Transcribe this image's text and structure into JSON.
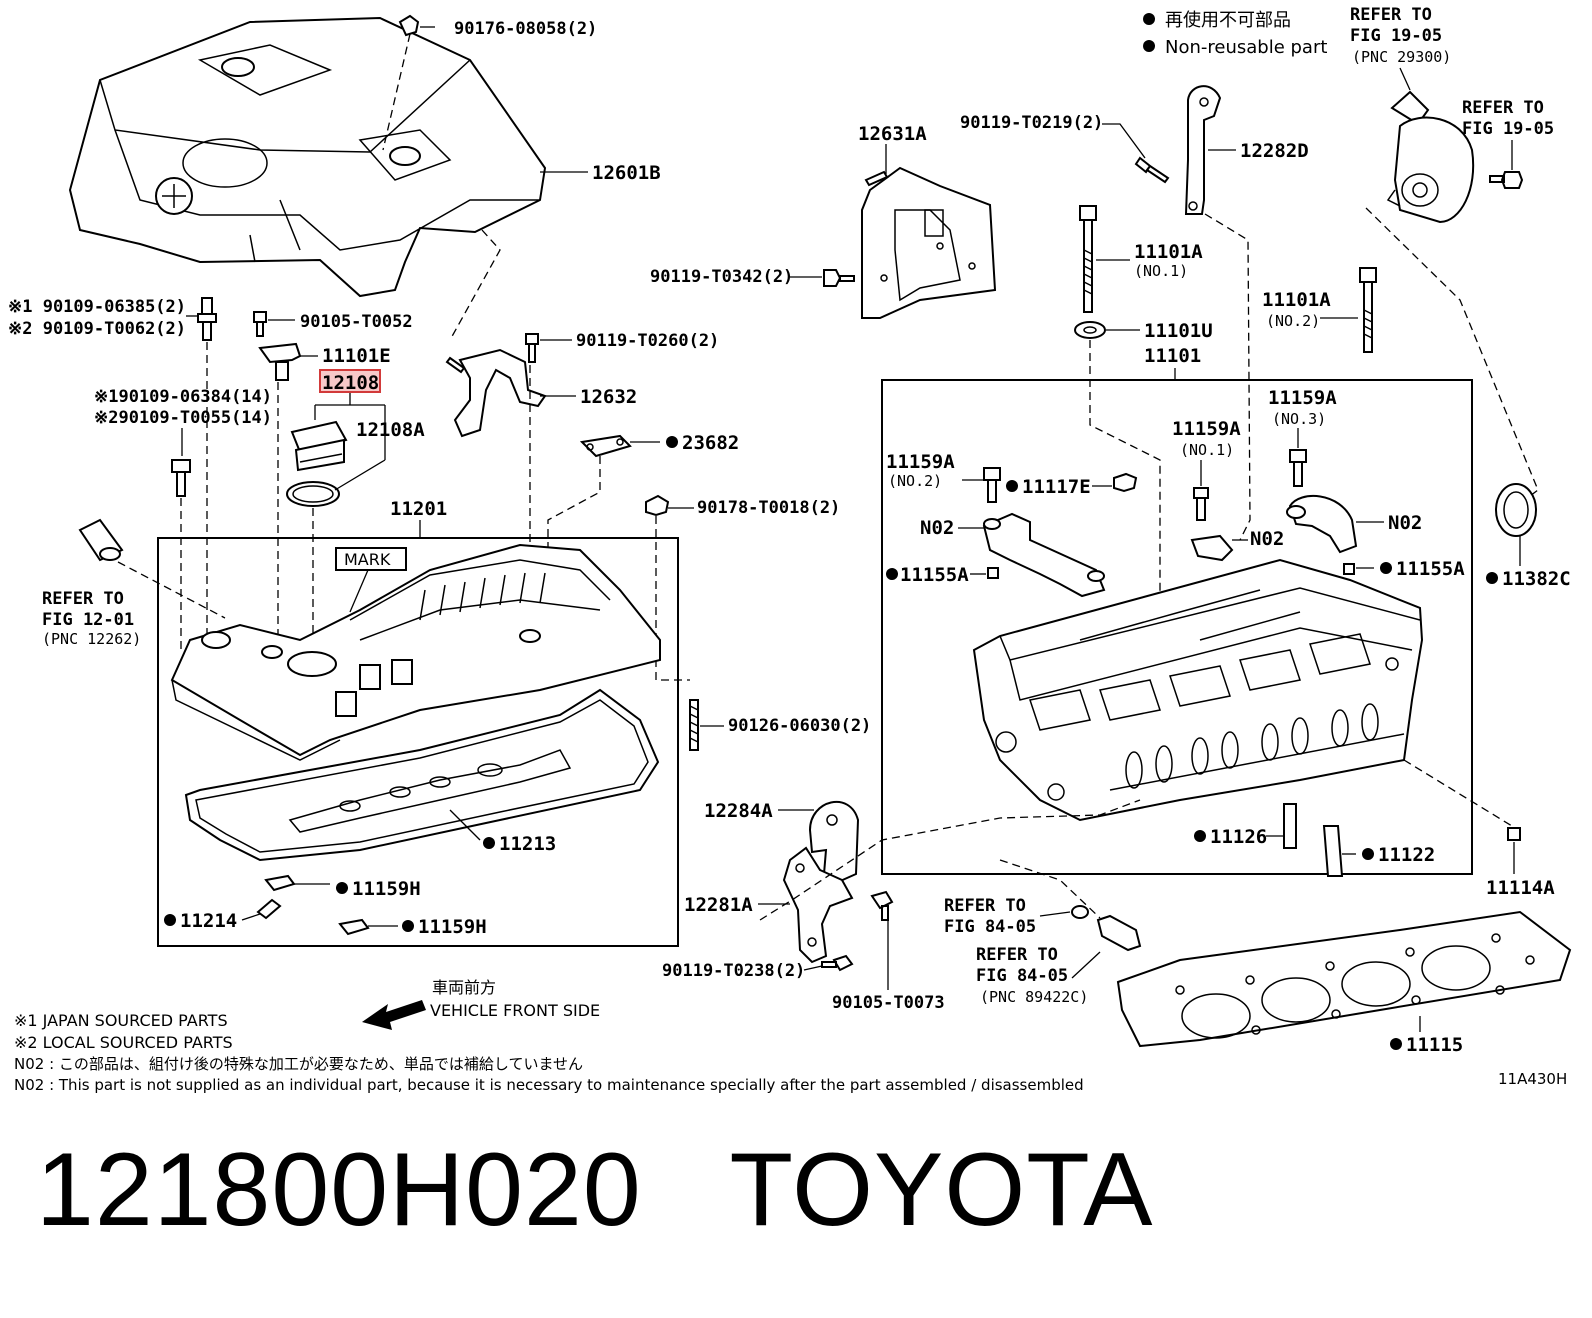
{
  "legend": {
    "nonreusable_jp": "再使用不可部品",
    "nonreusable_en": "Non-reusable part"
  },
  "labels": {
    "p90176": "90176-08058(2)",
    "p12601B": "12601B",
    "p12631A": "12631A",
    "p90119_T0219": "90119-T0219(2)",
    "p12282D": "12282D",
    "p11101A_1": "11101A",
    "p11101A_1_sub": "(NO.1)",
    "p90119_T0342": "90119-T0342(2)",
    "p90109_06385": "※1 90109-06385(2)",
    "p90109_T0062": "※2 90109-T0062(2)",
    "p90105_T0052": "90105-T0052",
    "p11101E": "11101E",
    "p12108": "12108",
    "p12108A": "12108A",
    "p90119_T0260": "90119-T0260(2)",
    "p12632": "12632",
    "p90109_06384": "※190109-06384(14)",
    "p90109_T0055": "※290109-T0055(14)",
    "p23682": "23682",
    "p11201": "11201",
    "p90178": "90178-T0018(2)",
    "mark": "MARK",
    "p90126": "90126-06030(2)",
    "p11213": "11213",
    "p11159H_1": "11159H",
    "p11159H_2": "11159H",
    "p11214": "11214",
    "p11101A_2": "11101A",
    "p11101A_2_sub": "(NO.2)",
    "p11101U": "11101U",
    "p11101": "11101",
    "p11159A_1": "11159A",
    "p11159A_1_sub": "(NO.1)",
    "p11159A_2": "11159A",
    "p11159A_2_sub": "(NO.2)",
    "p11159A_3": "11159A",
    "p11159A_3_sub": "(NO.3)",
    "p11117E": "11117E",
    "n02_a": "N02",
    "n02_b": "N02",
    "n02_c": "N02",
    "p11155A_1": "11155A",
    "p11155A_2": "11155A",
    "p11382C": "11382C",
    "p12284A": "12284A",
    "p12281A": "12281A",
    "p90119_T0238": "90119-T0238(2)",
    "p90105_T0073": "90105-T0073",
    "p11126": "11126",
    "p11122": "11122",
    "p11114A": "11114A",
    "p11115": "11115",
    "fig_code": "11A430H"
  },
  "refs": {
    "fig1905_a_1": "REFER TO",
    "fig1905_a_2": "FIG 19-05",
    "fig1905_a_3": "(PNC 29300)",
    "fig1905_b_1": "REFER TO",
    "fig1905_b_2": "FIG 19-05",
    "fig1201_1": "REFER TO",
    "fig1201_2": "FIG 12-01",
    "fig1201_3": "(PNC 12262)",
    "fig8405_a_1": "REFER TO",
    "fig8405_a_2": "FIG 84-05",
    "fig8405_b_1": "REFER TO",
    "fig8405_b_2": "FIG 84-05",
    "fig8405_b_3": "(PNC 89422C)"
  },
  "notes": {
    "front_jp": "車両前方",
    "front_en": "VEHICLE FRONT SIDE",
    "japan": "※1 JAPAN SOURCED PARTS",
    "local": "※2 LOCAL SOURCED PARTS",
    "n02_jp": "N02 : この部品は、組付け後の特殊な加工が必要なため、単品では補給していません",
    "n02_en": "N02 : This part is not supplied as an individual part, because it is necessary to maintenance specially after the part assembled / disassembled"
  },
  "caption": {
    "part_number": "121800H020",
    "brand": "TOYOTA"
  },
  "colors": {
    "highlight_fill": "#f7c9c9",
    "highlight_stroke": "#d23a3a"
  }
}
